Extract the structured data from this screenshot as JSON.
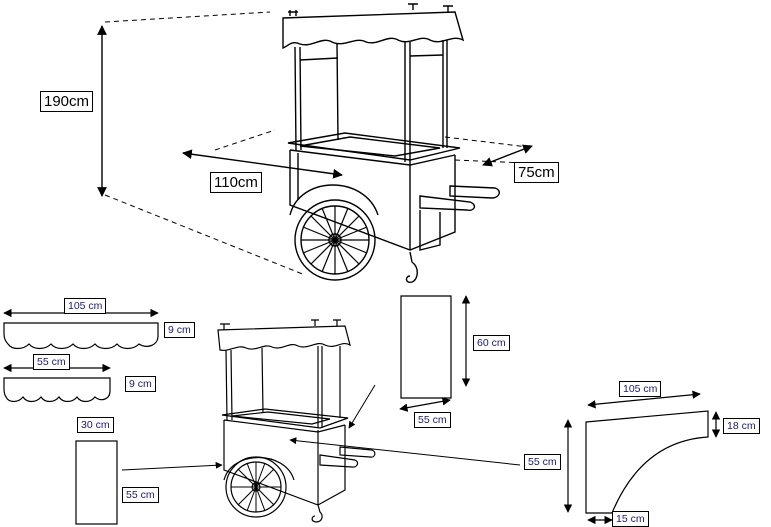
{
  "main_cart": {
    "height": "190cm",
    "length": "110cm",
    "depth": "75cm"
  },
  "parts": {
    "long_valance_width": "105 cm",
    "long_valance_height": "9 cm",
    "short_valance_width": "55 cm",
    "short_valance_height": "9 cm",
    "side_panel_width": "30 cm",
    "side_panel_height": "55 cm",
    "back_panel_height": "60 cm",
    "back_panel_width": "55 cm",
    "body_panel_height": "55 cm",
    "body_panel_top": "105 cm",
    "body_panel_right": "18 cm",
    "body_panel_bottom": "15 cm"
  },
  "colors": {
    "line": "#000000",
    "label_text": "#1a1a6e"
  }
}
